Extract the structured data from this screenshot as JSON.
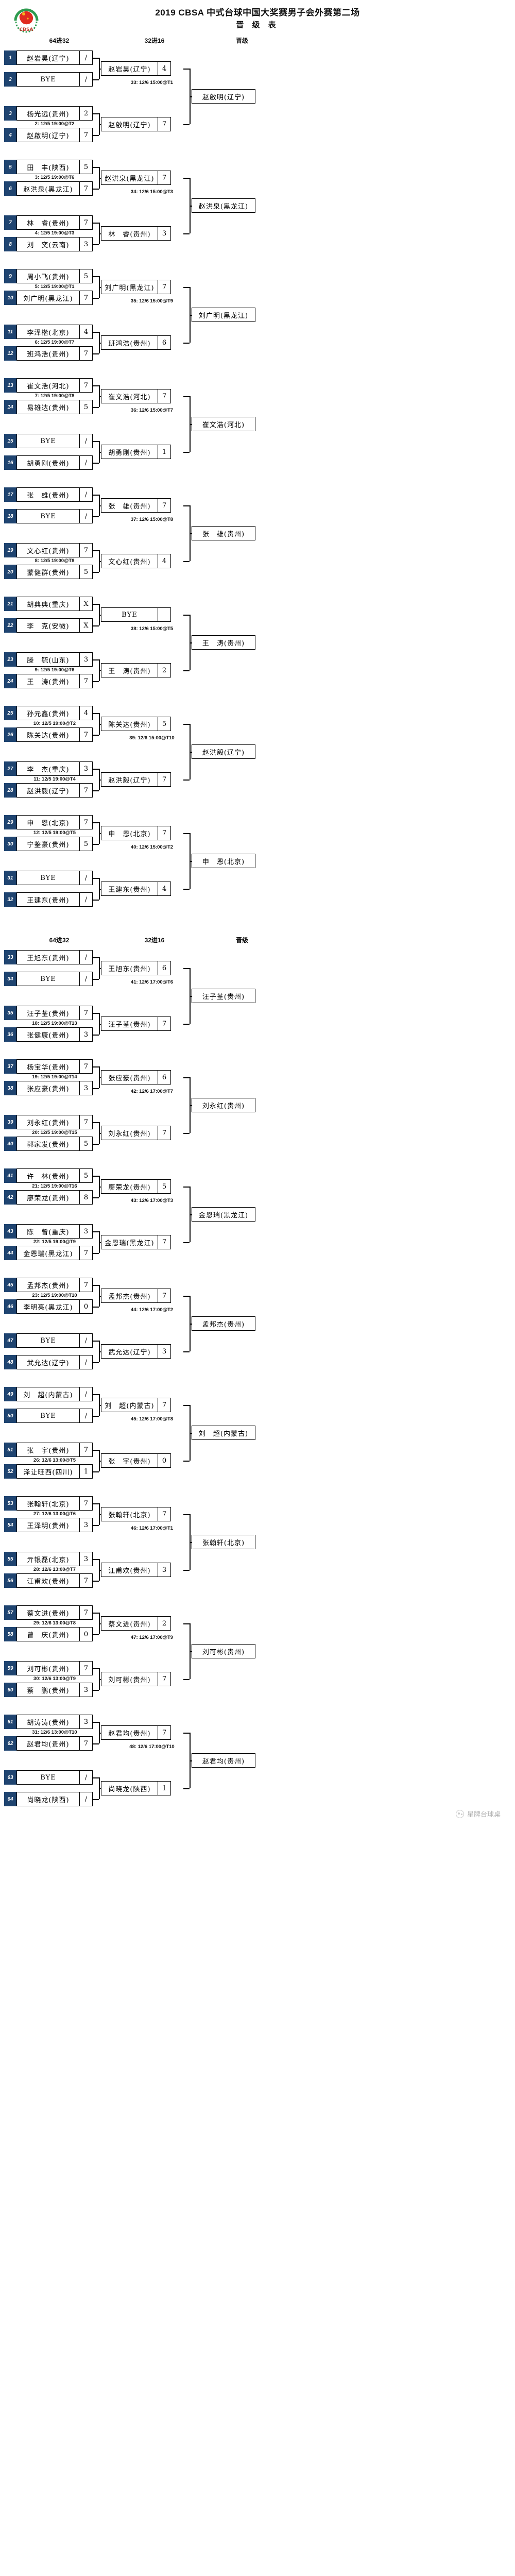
{
  "header": {
    "title": "2019 CBSA 中式台球中国大奖赛男子会外赛第二场",
    "subtitle": "晋 级 表",
    "logo_text": "CBSA"
  },
  "column_headers": {
    "round1": "64进32",
    "round2": "32进16",
    "round3": "晋级"
  },
  "watermark": "星牌台球桌",
  "bracket_data": {
    "sections": [
      {
        "id": "top",
        "groups": [
          {
            "r1": [
              {
                "seed": "1",
                "name": "赵岩昊(辽宁)",
                "score": "/"
              },
              {
                "seed": "2",
                "name": "BYE",
                "score": "/"
              }
            ],
            "r1_label": "",
            "r2": {
              "name": "赵岩昊(辽宁)",
              "score": "4"
            },
            "r1b": [
              {
                "seed": "3",
                "name": "杨光远(贵州)",
                "score": "2"
              },
              {
                "seed": "4",
                "name": "赵啟明(辽宁)",
                "score": "7"
              }
            ],
            "r1b_label": "2: 12/5 19:00@T2",
            "r2b": {
              "name": "赵啟明(辽宁)",
              "score": "7"
            },
            "r2_label": "33: 12/6 15:00@T1",
            "r3": {
              "name": "赵啟明(辽宁)"
            }
          },
          {
            "r1": [
              {
                "seed": "5",
                "name": "田　丰(陕西)",
                "score": "5"
              },
              {
                "seed": "6",
                "name": "赵洪泉(黑龙江)",
                "score": "7"
              }
            ],
            "r1_label": "3: 12/5 19:00@T6",
            "r2": {
              "name": "赵洪泉(黑龙江)",
              "score": "7"
            },
            "r1b": [
              {
                "seed": "7",
                "name": "林　睿(贵州)",
                "score": "7"
              },
              {
                "seed": "8",
                "name": "刘　奕(云南)",
                "score": "3"
              }
            ],
            "r1b_label": "4: 12/5 19:00@T3",
            "r2b": {
              "name": "林　睿(贵州)",
              "score": "3"
            },
            "r2_label": "34: 12/6 15:00@T3",
            "r3": {
              "name": "赵洪泉(黑龙江)"
            }
          },
          {
            "r1": [
              {
                "seed": "9",
                "name": "周小飞(贵州)",
                "score": "5"
              },
              {
                "seed": "10",
                "name": "刘广明(黑龙江)",
                "score": "7"
              }
            ],
            "r1_label": "5: 12/5 19:00@T1",
            "r2": {
              "name": "刘广明(黑龙江)",
              "score": "7"
            },
            "r1b": [
              {
                "seed": "11",
                "name": "李泽楷(北京)",
                "score": "4"
              },
              {
                "seed": "12",
                "name": "班鸿浩(贵州)",
                "score": "7"
              }
            ],
            "r1b_label": "6: 12/5 19:00@T7",
            "r2b": {
              "name": "班鸿浩(贵州)",
              "score": "6"
            },
            "r2_label": "35: 12/6 15:00@T9",
            "r3": {
              "name": "刘广明(黑龙江)"
            }
          },
          {
            "r1": [
              {
                "seed": "13",
                "name": "崔文浩(河北)",
                "score": "7"
              },
              {
                "seed": "14",
                "name": "易雄达(贵州)",
                "score": "5"
              }
            ],
            "r1_label": "7: 12/5 19:00@T8",
            "r2": {
              "name": "崔文浩(河北)",
              "score": "7"
            },
            "r1b": [
              {
                "seed": "15",
                "name": "BYE",
                "score": "/"
              },
              {
                "seed": "16",
                "name": "胡勇刚(贵州)",
                "score": "/"
              }
            ],
            "r1b_label": "",
            "r2b": {
              "name": "胡勇刚(贵州)",
              "score": "1"
            },
            "r2_label": "36: 12/6 15:00@T7",
            "r3": {
              "name": "崔文浩(河北)"
            }
          },
          {
            "r1": [
              {
                "seed": "17",
                "name": "张　雄(贵州)",
                "score": "/"
              },
              {
                "seed": "18",
                "name": "BYE",
                "score": "/"
              }
            ],
            "r1_label": "",
            "r2": {
              "name": "张　雄(贵州)",
              "score": "7"
            },
            "r1b": [
              {
                "seed": "19",
                "name": "文心红(贵州)",
                "score": "7"
              },
              {
                "seed": "20",
                "name": "蒙健群(贵州)",
                "score": "5"
              }
            ],
            "r1b_label": "8: 12/5 19:00@T8",
            "r2b": {
              "name": "文心红(贵州)",
              "score": "4"
            },
            "r2_label": "37: 12/6 15:00@T8",
            "r3": {
              "name": "张　雄(贵州)"
            }
          },
          {
            "r1": [
              {
                "seed": "21",
                "name": "胡典典(重庆)",
                "score": "X"
              },
              {
                "seed": "22",
                "name": "李　克(安徽)",
                "score": "X"
              }
            ],
            "r1_label": "",
            "r2": {
              "name": "BYE",
              "score": ""
            },
            "r1b": [
              {
                "seed": "23",
                "name": "滕　毓(山东)",
                "score": "3"
              },
              {
                "seed": "24",
                "name": "王　涛(贵州)",
                "score": "7"
              }
            ],
            "r1b_label": "9: 12/5 19:00@T6",
            "r2b": {
              "name": "王　涛(贵州)",
              "score": "2"
            },
            "r2_label": "38: 12/6 15:00@T5",
            "r3": {
              "name": "王　涛(贵州)"
            }
          },
          {
            "r1": [
              {
                "seed": "25",
                "name": "孙元鑫(贵州)",
                "score": "4"
              },
              {
                "seed": "26",
                "name": "陈关达(贵州)",
                "score": "7"
              }
            ],
            "r1_label": "10: 12/5 19:00@T2",
            "r2": {
              "name": "陈关达(贵州)",
              "score": "5"
            },
            "r1b": [
              {
                "seed": "27",
                "name": "李　杰(重庆)",
                "score": "3"
              },
              {
                "seed": "28",
                "name": "赵洪毅(辽宁)",
                "score": "7"
              }
            ],
            "r1b_label": "11: 12/5 19:00@T4",
            "r2b": {
              "name": "赵洪毅(辽宁)",
              "score": "7"
            },
            "r2_label": "39: 12/6 15:00@T10",
            "r3": {
              "name": "赵洪毅(辽宁)"
            }
          },
          {
            "r1": [
              {
                "seed": "29",
                "name": "申　恩(北京)",
                "score": "7"
              },
              {
                "seed": "30",
                "name": "宁鉴豪(贵州)",
                "score": "5"
              }
            ],
            "r1_label": "12: 12/5 19:00@T5",
            "r2": {
              "name": "申　恩(北京)",
              "score": "7"
            },
            "r1b": [
              {
                "seed": "31",
                "name": "BYE",
                "score": "/"
              },
              {
                "seed": "32",
                "name": "王建东(贵州)",
                "score": "/"
              }
            ],
            "r1b_label": "",
            "r2b": {
              "name": "王建东(贵州)",
              "score": "4"
            },
            "r2_label": "40: 12/6 15:00@T2",
            "r3": {
              "name": "申　恩(北京)"
            }
          }
        ]
      },
      {
        "id": "bottom",
        "groups": [
          {
            "r1": [
              {
                "seed": "33",
                "name": "王旭东(贵州)",
                "score": "/"
              },
              {
                "seed": "34",
                "name": "BYE",
                "score": "/"
              }
            ],
            "r1_label": "",
            "r2": {
              "name": "王旭东(贵州)",
              "score": "6"
            },
            "r1b": [
              {
                "seed": "35",
                "name": "汪子荃(贵州)",
                "score": "7"
              },
              {
                "seed": "36",
                "name": "张健康(贵州)",
                "score": "3"
              }
            ],
            "r1b_label": "18: 12/5 19:00@T13",
            "r2b": {
              "name": "汪子荃(贵州)",
              "score": "7"
            },
            "r2_label": "41: 12/6 17:00@T6",
            "r3": {
              "name": "汪子荃(贵州)"
            }
          },
          {
            "r1": [
              {
                "seed": "37",
                "name": "杨宝华(贵州)",
                "score": "7"
              },
              {
                "seed": "38",
                "name": "张应豪(贵州)",
                "score": "3"
              }
            ],
            "r1_label": "19: 12/5 19:00@T14",
            "r2": {
              "name": "张应豪(贵州)",
              "score": "6"
            },
            "r1b": [
              {
                "seed": "39",
                "name": "刘永红(贵州)",
                "score": "7"
              },
              {
                "seed": "40",
                "name": "郭家发(贵州)",
                "score": "5"
              }
            ],
            "r1b_label": "20: 12/5 19:00@T15",
            "r2b": {
              "name": "刘永红(贵州)",
              "score": "7"
            },
            "r2_label": "42: 12/6 17:00@T7",
            "r3": {
              "name": "刘永红(贵州)"
            }
          },
          {
            "r1": [
              {
                "seed": "41",
                "name": "许　林(贵州)",
                "score": "5"
              },
              {
                "seed": "42",
                "name": "廖荣龙(贵州)",
                "score": "8"
              }
            ],
            "r1_label": "21: 12/5 19:00@T16",
            "r2": {
              "name": "廖荣龙(贵州)",
              "score": "5"
            },
            "r1b": [
              {
                "seed": "43",
                "name": "陈　曾(重庆)",
                "score": "3"
              },
              {
                "seed": "44",
                "name": "金恩瑞(黑龙江)",
                "score": "7"
              }
            ],
            "r1b_label": "22: 12/5 19:00@T9",
            "r2b": {
              "name": "金恩瑞(黑龙江)",
              "score": "7"
            },
            "r2_label": "43: 12/6 17:00@T3",
            "r3": {
              "name": "金恩瑞(黑龙江)"
            }
          },
          {
            "r1": [
              {
                "seed": "45",
                "name": "孟邦杰(贵州)",
                "score": "7"
              },
              {
                "seed": "46",
                "name": "李明亮(黑龙江)",
                "score": "0"
              }
            ],
            "r1_label": "23: 12/5 19:00@T10",
            "r2": {
              "name": "孟邦杰(贵州)",
              "score": "7"
            },
            "r1b": [
              {
                "seed": "47",
                "name": "BYE",
                "score": "/"
              },
              {
                "seed": "48",
                "name": "武允达(辽宁)",
                "score": "/"
              }
            ],
            "r1b_label": "",
            "r2b": {
              "name": "武允达(辽宁)",
              "score": "3"
            },
            "r2_label": "44: 12/6 17:00@T2",
            "r3": {
              "name": "孟邦杰(贵州)"
            }
          },
          {
            "r1": [
              {
                "seed": "49",
                "name": "刘　超(内蒙古)",
                "score": "/"
              },
              {
                "seed": "50",
                "name": "BYE",
                "score": "/"
              }
            ],
            "r1_label": "",
            "r2": {
              "name": "刘　超(内蒙古)",
              "score": "7"
            },
            "r1b": [
              {
                "seed": "51",
                "name": "张　宇(贵州)",
                "score": "7"
              },
              {
                "seed": "52",
                "name": "泽让旺西(四川)",
                "score": "1"
              }
            ],
            "r1b_label": "26: 12/6 13:00@T5",
            "r2b": {
              "name": "张　宇(贵州)",
              "score": "0"
            },
            "r2_label": "45: 12/6 17:00@T8",
            "r3": {
              "name": "刘　超(内蒙古)"
            }
          },
          {
            "r1": [
              {
                "seed": "53",
                "name": "张翰轩(北京)",
                "score": "7"
              },
              {
                "seed": "54",
                "name": "王泽明(贵州)",
                "score": "3"
              }
            ],
            "r1_label": "27: 12/6 13:00@T6",
            "r2": {
              "name": "张翰轩(北京)",
              "score": "7"
            },
            "r1b": [
              {
                "seed": "55",
                "name": "亓银磊(北京)",
                "score": "3"
              },
              {
                "seed": "56",
                "name": "江甫欢(贵州)",
                "score": "7"
              }
            ],
            "r1b_label": "28: 12/6 13:00@T7",
            "r2b": {
              "name": "江甫欢(贵州)",
              "score": "3"
            },
            "r2_label": "46: 12/6 17:00@T1",
            "r3": {
              "name": "张翰轩(北京)"
            }
          },
          {
            "r1": [
              {
                "seed": "57",
                "name": "蔡文进(贵州)",
                "score": "7"
              },
              {
                "seed": "58",
                "name": "曾　庆(贵州)",
                "score": "0"
              }
            ],
            "r1_label": "29: 12/6 13:00@T8",
            "r2": {
              "name": "蔡文进(贵州)",
              "score": "2"
            },
            "r1b": [
              {
                "seed": "59",
                "name": "刘可彬(贵州)",
                "score": "7"
              },
              {
                "seed": "60",
                "name": "蔡　鹏(贵州)",
                "score": "3"
              }
            ],
            "r1b_label": "30: 12/6 13:00@T9",
            "r2b": {
              "name": "刘可彬(贵州)",
              "score": "7"
            },
            "r2_label": "47: 12/6 17:00@T9",
            "r3": {
              "name": "刘可彬(贵州)"
            }
          },
          {
            "r1": [
              {
                "seed": "61",
                "name": "胡涛涛(贵州)",
                "score": "3"
              },
              {
                "seed": "62",
                "name": "赵君均(贵州)",
                "score": "7"
              }
            ],
            "r1_label": "31: 12/6 13:00@T10",
            "r2": {
              "name": "赵君均(贵州)",
              "score": "7"
            },
            "r1b": [
              {
                "seed": "63",
                "name": "BYE",
                "score": "/"
              },
              {
                "seed": "64",
                "name": "尚晓龙(陕西)",
                "score": "/"
              }
            ],
            "r1b_label": "",
            "r2b": {
              "name": "尚晓龙(陕西)",
              "score": "1"
            },
            "r2_label": "48: 12/6 17:00@T10",
            "r3": {
              "name": "赵君均(贵州)"
            }
          }
        ]
      }
    ]
  }
}
